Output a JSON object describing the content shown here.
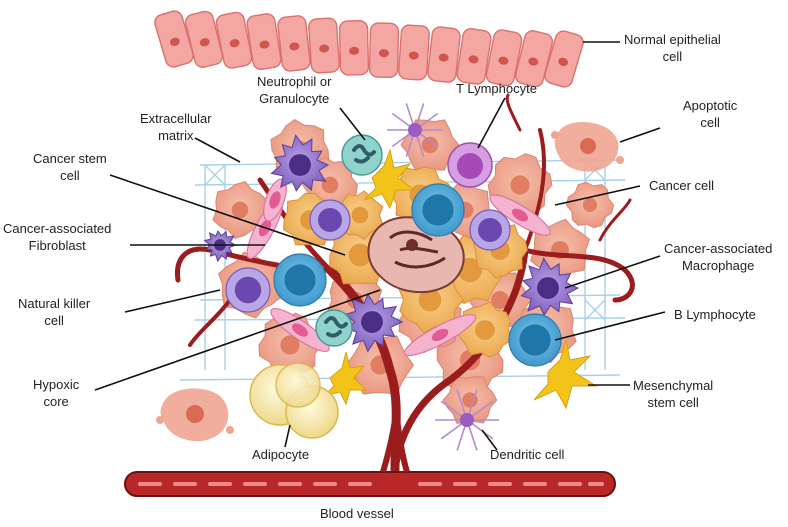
{
  "labels": {
    "normal_epithelial": [
      "Normal epithelial",
      "cell"
    ],
    "neutrophil": [
      "Neutrophil or",
      "Granulocyte"
    ],
    "t_lymphocyte": [
      "T Lymphocyte"
    ],
    "apoptotic": [
      "Apoptotic",
      "cell"
    ],
    "extracellular_matrix": [
      "Extracellular",
      "matrix"
    ],
    "cancer_stem": [
      "Cancer stem",
      "cell"
    ],
    "cancer_cell": [
      "Cancer cell"
    ],
    "caf": [
      "Cancer-associated",
      "Fibroblast"
    ],
    "cam": [
      "Cancer-associated",
      "Macrophage"
    ],
    "nk": [
      "Natural killer",
      "cell"
    ],
    "b_lymphocyte": [
      "B Lymphocyte"
    ],
    "hypoxic": [
      "Hypoxic",
      "core"
    ],
    "msc": [
      "Mesenchymal",
      "stem cell"
    ],
    "adipocyte": [
      "Adipocyte"
    ],
    "dendritic": [
      "Dendritic cell"
    ],
    "blood_vessel": [
      "Blood vessel"
    ]
  },
  "colors": {
    "epithelial": "#f2a3a0",
    "stroma": "#f1b09c",
    "cancer": "#f3bd6a",
    "macrophage": "#8c6fc9",
    "lymphocyte": "#4aa8d8",
    "t_cell": "#c783d6",
    "fibroblast": "#f5a9c8",
    "vessel": "#9b1c1c",
    "adipocyte": "#f6eab0",
    "msc": "#f0c419",
    "matrix": "#8fc1e3"
  }
}
